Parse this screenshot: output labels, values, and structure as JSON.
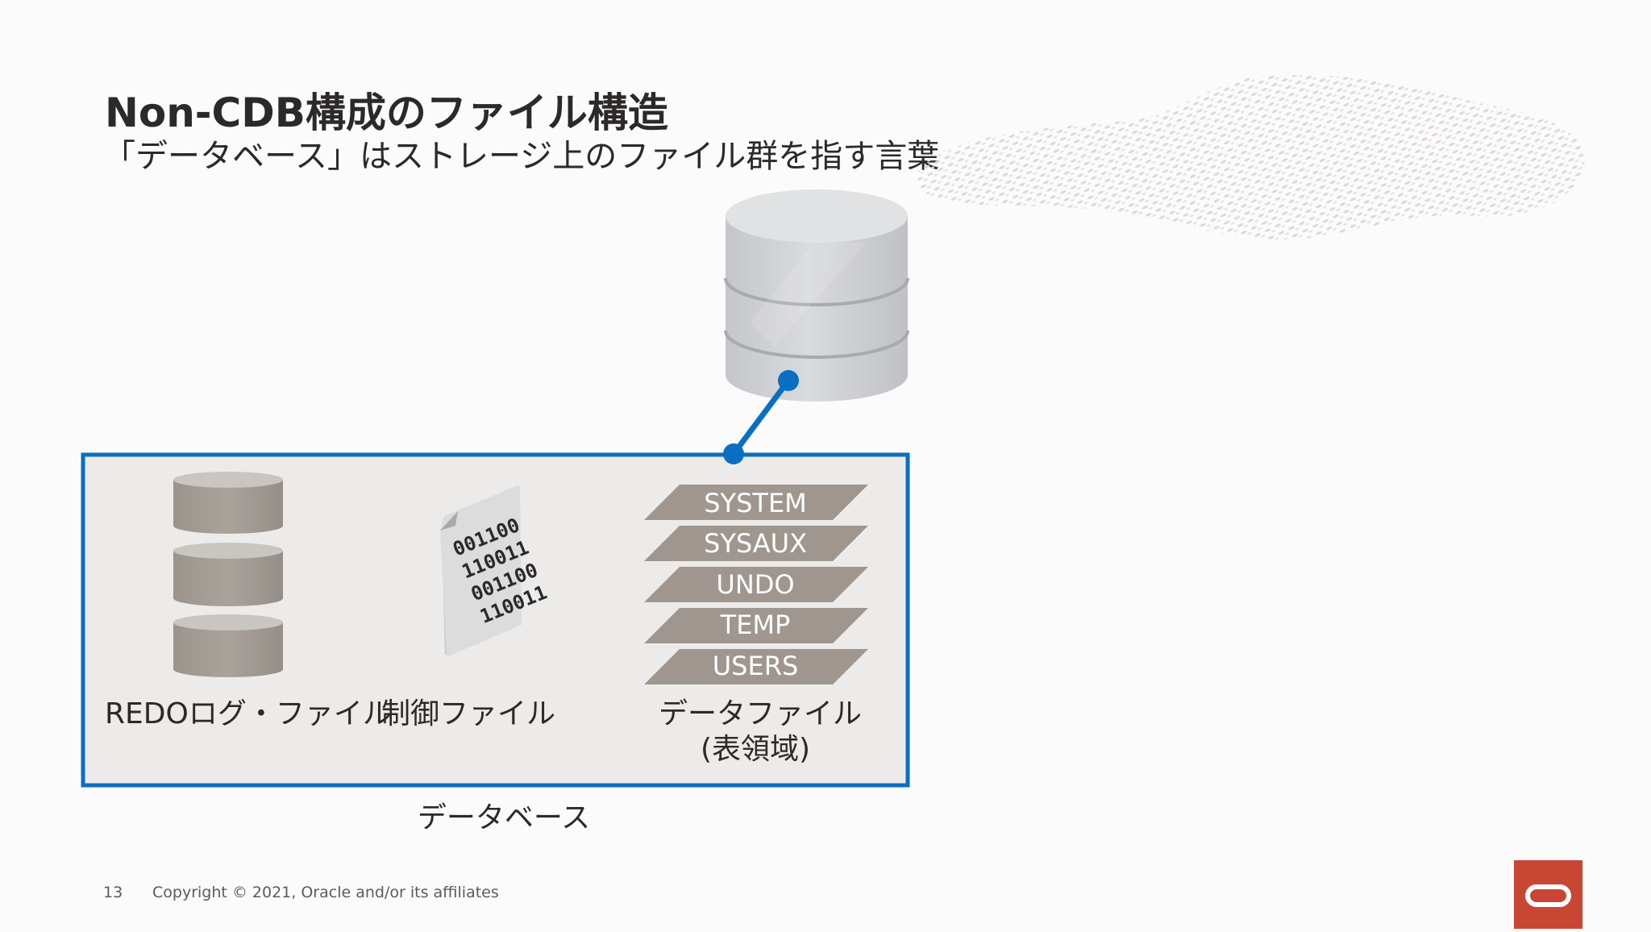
{
  "slide": {
    "title": "Non-CDB構成のファイル構造",
    "subtitle": "「データベース」はストレージ上のファイル群を指す言葉"
  },
  "diagram": {
    "redo_label": "REDOログ・ファイル",
    "control_label": "制御ファイル",
    "control_file_lines": [
      "001100",
      "110011",
      "001100",
      "110011"
    ],
    "tablespaces": [
      "SYSTEM",
      "SYSAUX",
      "UNDO",
      "TEMP",
      "USERS"
    ],
    "datafile_label_line1": "データファイル",
    "datafile_label_line2": "(表領域)",
    "database_label": "データベース"
  },
  "footer": {
    "page_number": "13",
    "copyright": "Copyright © 2021, Oracle and/or its affiliates"
  },
  "colors": {
    "accent_blue": "#0a6fc2",
    "box_fill": "#ecebea",
    "cylinder_brown": "#a39d96",
    "plate_fill": "#9e968f",
    "oracle_red": "#c74634"
  }
}
